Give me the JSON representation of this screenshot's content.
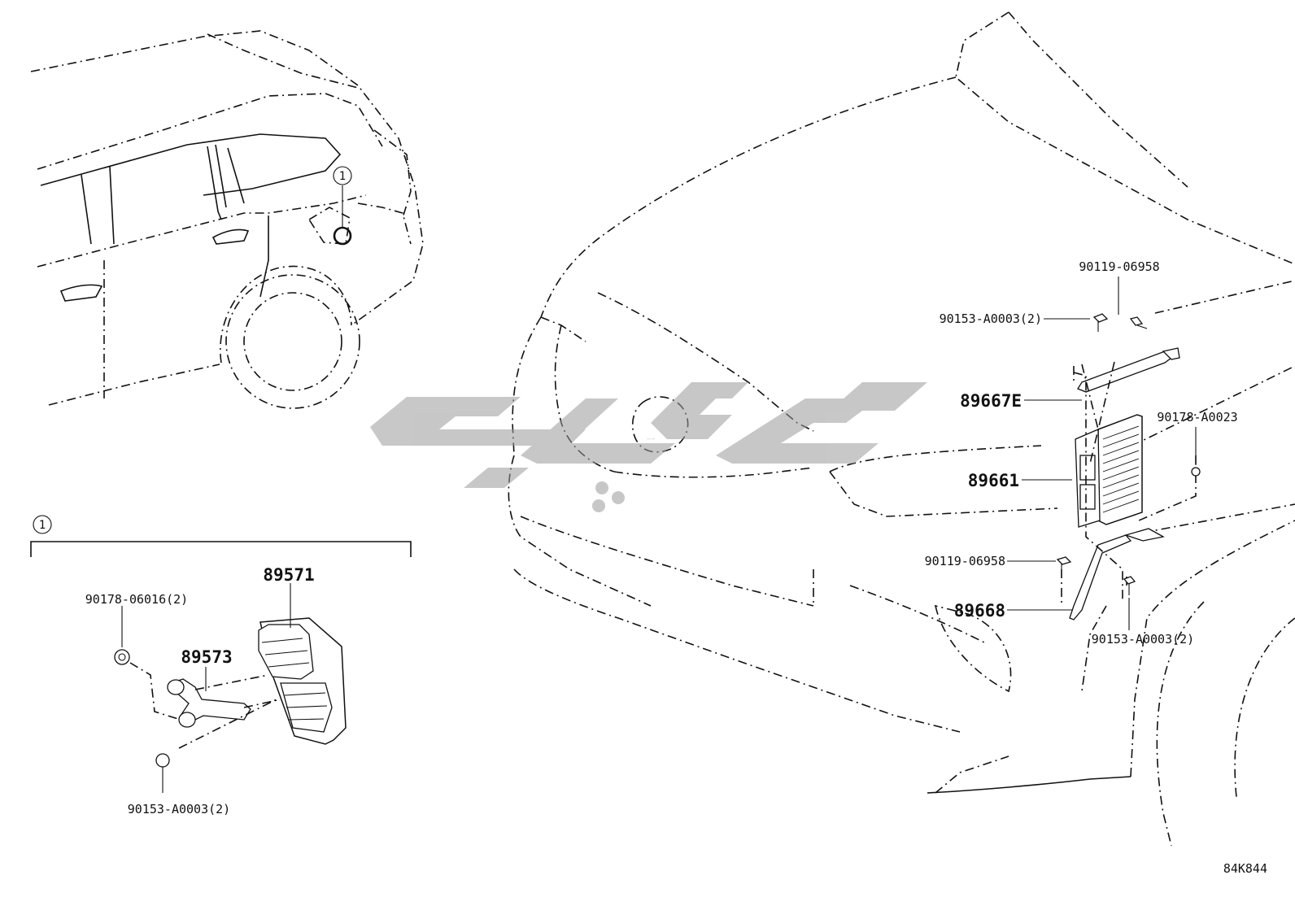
{
  "diagram": {
    "code": "84K844",
    "watermark": "ملی پارت",
    "callout_marker": "1",
    "labels": {
      "p90119_top": "90119-06958",
      "p90153_top": "90153-A0003(2)",
      "p89667E": "89667E",
      "p90178_right": "90178-A0023",
      "p89661": "89661",
      "p90119_mid": "90119-06958",
      "p89668": "89668",
      "p90153_right": "90153-A0003(2)",
      "p89571": "89571",
      "p90178_left": "90178-06016(2)",
      "p89573": "89573",
      "p90153_left": "90153-A0003(2)"
    }
  }
}
